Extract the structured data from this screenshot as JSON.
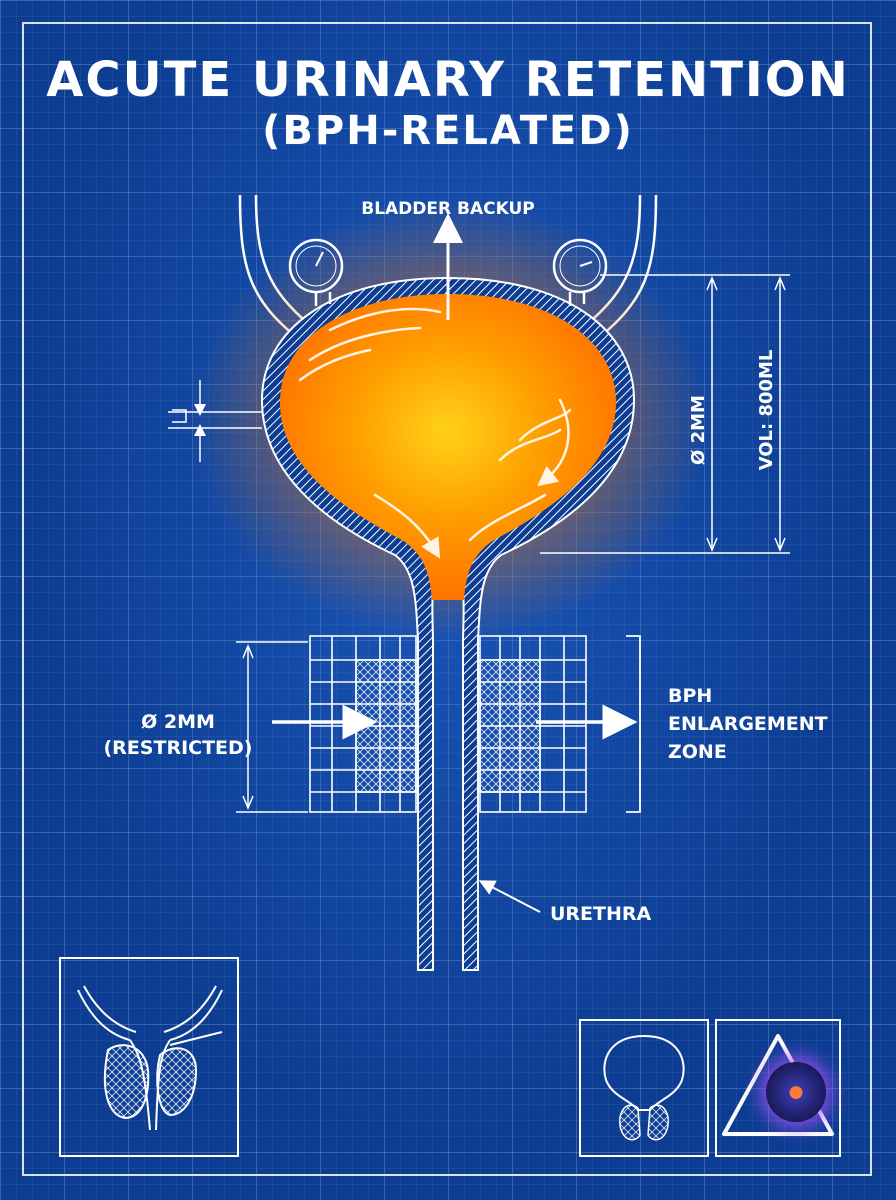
{
  "title": {
    "line1": "ACUTE URINARY RETENTION",
    "line2": "(BPH-RELATED)"
  },
  "labels": {
    "bladder_backup": "BLADDER BACKUP",
    "diameter_bladder": "Ø 2MM",
    "volume": "VOL: 800ML",
    "restricted_line1": "Ø 2MM",
    "restricted_line2": "(RESTRICTED)",
    "bph_line1": "BPH",
    "bph_line2": "ENLARGEMENT",
    "bph_line3": "ZONE",
    "urethra": "URETHRA"
  },
  "colors": {
    "background": "#0c3d92",
    "line": "#ffffff",
    "bladder_glow": "#ff8a00",
    "bladder_core": "#ffc21a"
  },
  "icons": [
    "pressure-gauge-icon",
    "pressure-gauge-icon",
    "prostate-cross-section-icon",
    "bladder-prostate-icon",
    "warning-triangle-icon",
    "octopus-logo-icon"
  ]
}
